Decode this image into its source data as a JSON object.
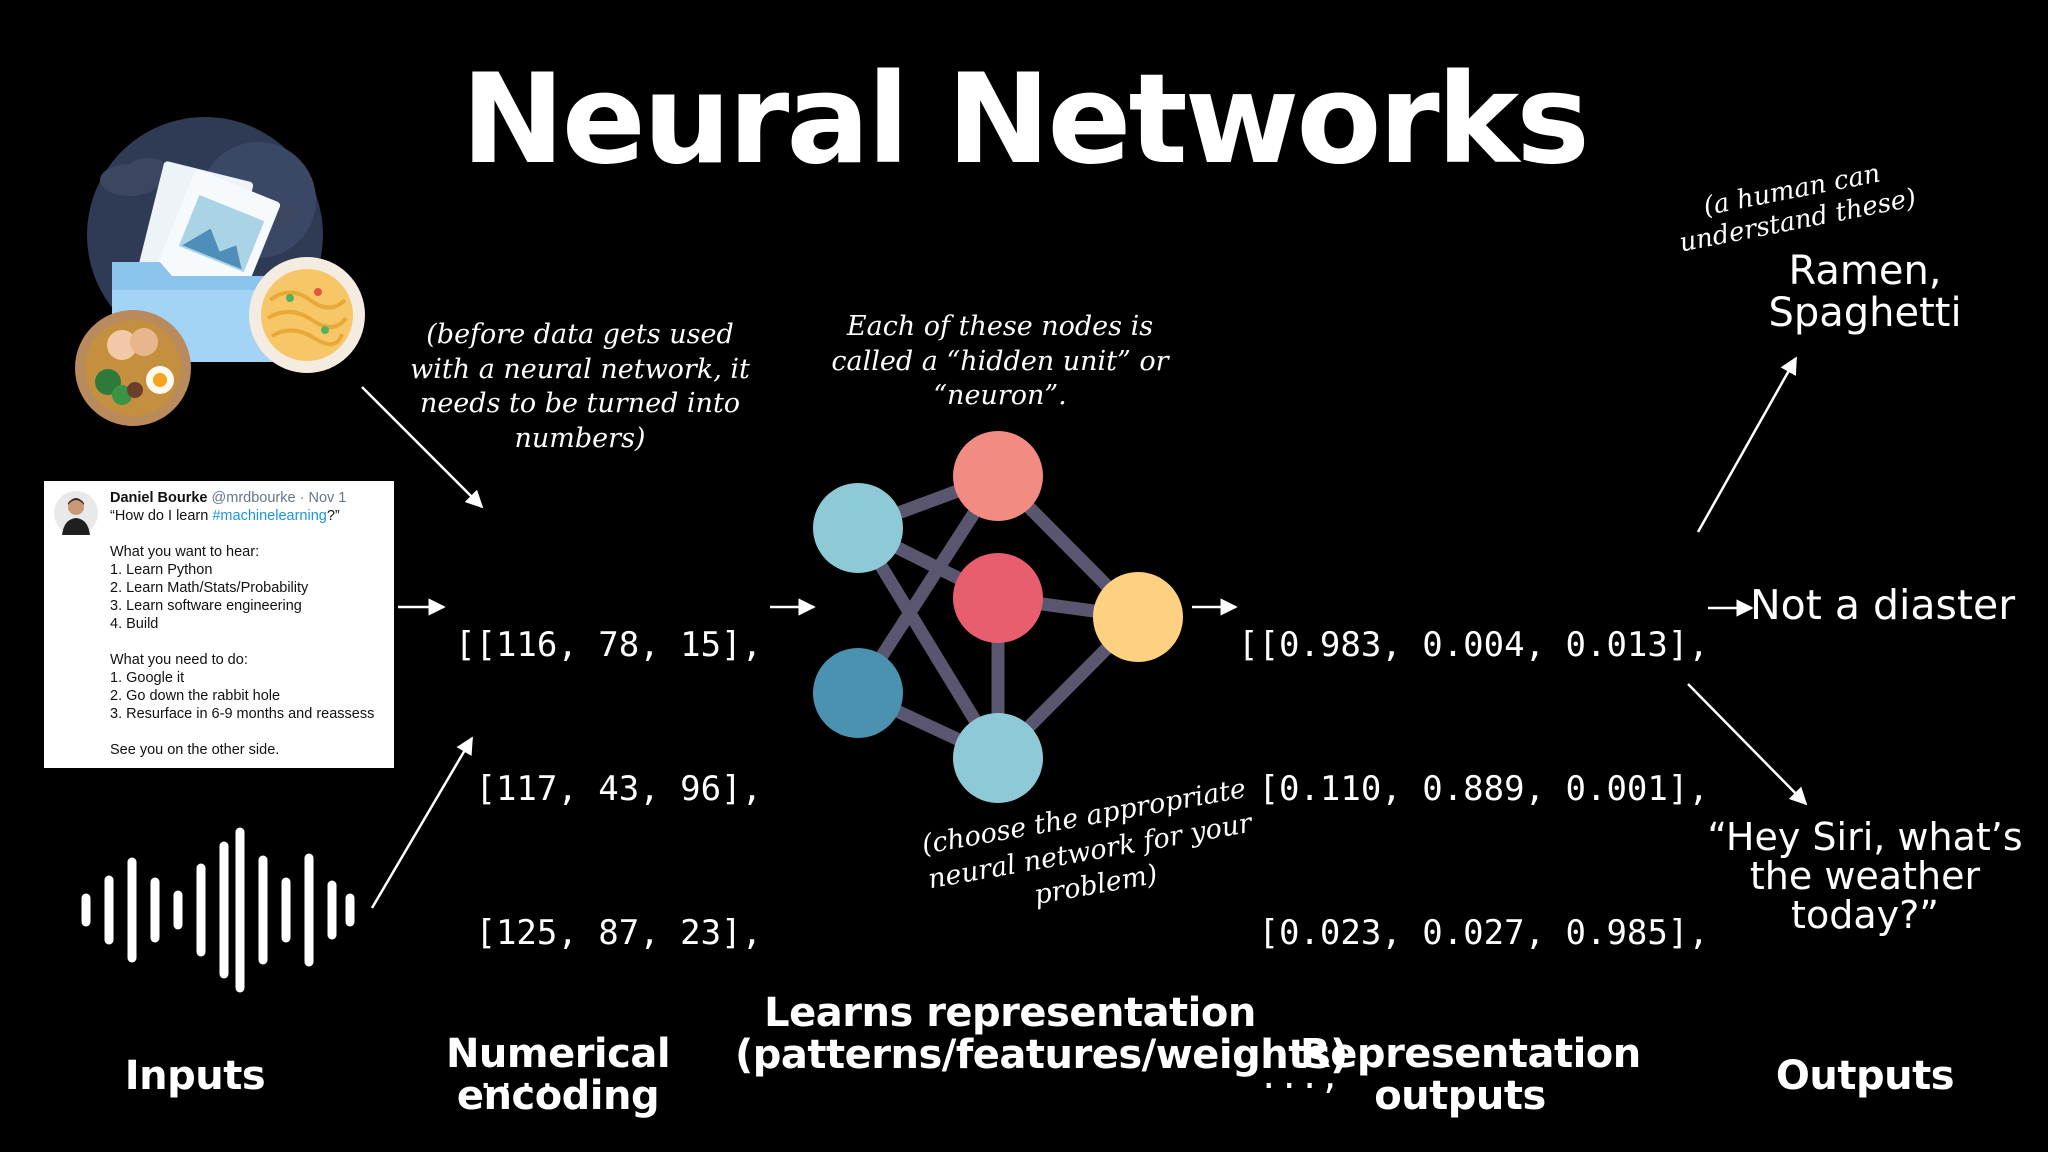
{
  "title": "Neural Networks",
  "notes": {
    "before_data": "(before data gets used with a neural network, it needs to be turned into numbers)",
    "hidden_unit": "Each of these nodes is called a “hidden unit” or “neuron”.",
    "choose_network": "(choose the appropriate neural network for your problem)",
    "human_understand": "(a human can understand these)"
  },
  "tweet": {
    "author": "Daniel Bourke",
    "handle": "@mrdbourke",
    "date": "Nov 1",
    "question_prefix": "“How do I learn ",
    "hashtag": "#machinelearning",
    "question_suffix": "?”",
    "want_heading": "What you want to hear:",
    "want_items": [
      "1. Learn Python",
      "2. Learn Math/Stats/Probability",
      "3. Learn software engineering",
      "4. Build"
    ],
    "need_heading": "What you need to do:",
    "need_items": [
      "1. Google it",
      "2. Go down the rabbit hole",
      "3. Resurface in 6-9 months and reassess"
    ],
    "signoff": "See you on the other side."
  },
  "numerical_encoding": [
    "[[116, 78, 15],",
    " [117, 43, 96],",
    " [125, 87, 23],",
    " ...,"
  ],
  "representation_outputs": [
    "[[0.983, 0.004, 0.013],",
    " [0.110, 0.889, 0.001],",
    " [0.023, 0.027, 0.985],",
    " ...,"
  ],
  "outputs": {
    "ramen": "Ramen, Spaghetti",
    "diaster": "Not a diaster",
    "siri": "“Hey Siri, what’s the weather today?”"
  },
  "stages": {
    "inputs": "Inputs",
    "encoding": "Numerical encoding",
    "learns": "Learns representation (patterns/features/weights)",
    "repr_outputs": "Representation outputs",
    "outputs": "Outputs"
  },
  "network": {
    "nodes": [
      {
        "id": "in-top",
        "color": "#8ecad6"
      },
      {
        "id": "in-bottom",
        "color": "#4a92b0"
      },
      {
        "id": "hidden-top",
        "color": "#f28b82"
      },
      {
        "id": "hidden-middle",
        "color": "#e85e6e"
      },
      {
        "id": "hidden-bottom",
        "color": "#8ecad6"
      },
      {
        "id": "out",
        "color": "#fdd082"
      }
    ],
    "edge_color": "#5a5670"
  }
}
